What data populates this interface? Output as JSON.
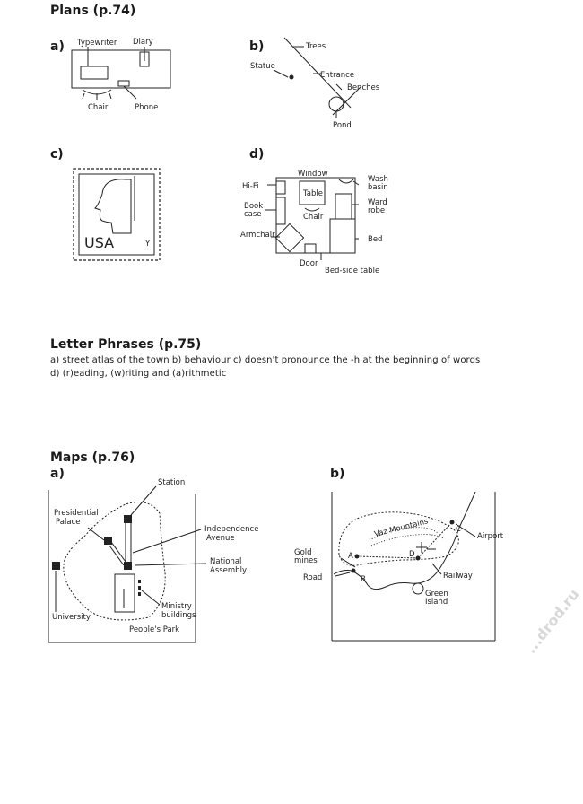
{
  "sections": {
    "plans": {
      "title": "Plans (p.74)",
      "a": {
        "label": "a)",
        "typewriter": "Typewriter",
        "diary": "Diary",
        "chair": "Chair",
        "phone": "Phone"
      },
      "b": {
        "label": "b)",
        "trees": "Trees",
        "statue": "Statue",
        "entrance": "Entrance",
        "benches": "Benches",
        "pond": "Pond"
      },
      "c": {
        "label": "c)",
        "stamp_text": "USA",
        "stamp_small": "Y"
      },
      "d": {
        "label": "d)",
        "window": "Window",
        "hifi": "Hi-Fi",
        "table": "Table",
        "wash": "Wash",
        "basin": "basin",
        "book": "Book",
        "case": "case",
        "ward": "Ward",
        "robe": "robe",
        "chair": "Chair",
        "armchair": "Armchair",
        "bed": "Bed",
        "door": "Door",
        "bedside": "Bed-side table"
      }
    },
    "letter": {
      "title": "Letter Phrases (p.75)",
      "line1": "a) street atlas of the town  b) behaviour  c) doesn't pronounce the -h at the beginning of words",
      "line2": "d) (r)eading, (w)riting and (a)rithmetic"
    },
    "maps": {
      "title": "Maps (p.76)",
      "a": {
        "label": "a)",
        "station": "Station",
        "presidential": "Presidential",
        "palace": "Palace",
        "independence": "Independence",
        "avenue": "Avenue",
        "national": "National",
        "assembly": "Assembly",
        "ministry": "Ministry",
        "buildings": "buildings",
        "university": "University",
        "park": "People's Park"
      },
      "b": {
        "label": "b)",
        "mountains": "Vaz Mountains",
        "airport": "Airport",
        "gold": "Gold",
        "mines": "mines",
        "road": "Road",
        "railway": "Railway",
        "green": "Green",
        "island": "Island",
        "A": "A",
        "B": "B",
        "C": "C",
        "D": "D"
      }
    }
  },
  "watermark": "...drod.ru"
}
